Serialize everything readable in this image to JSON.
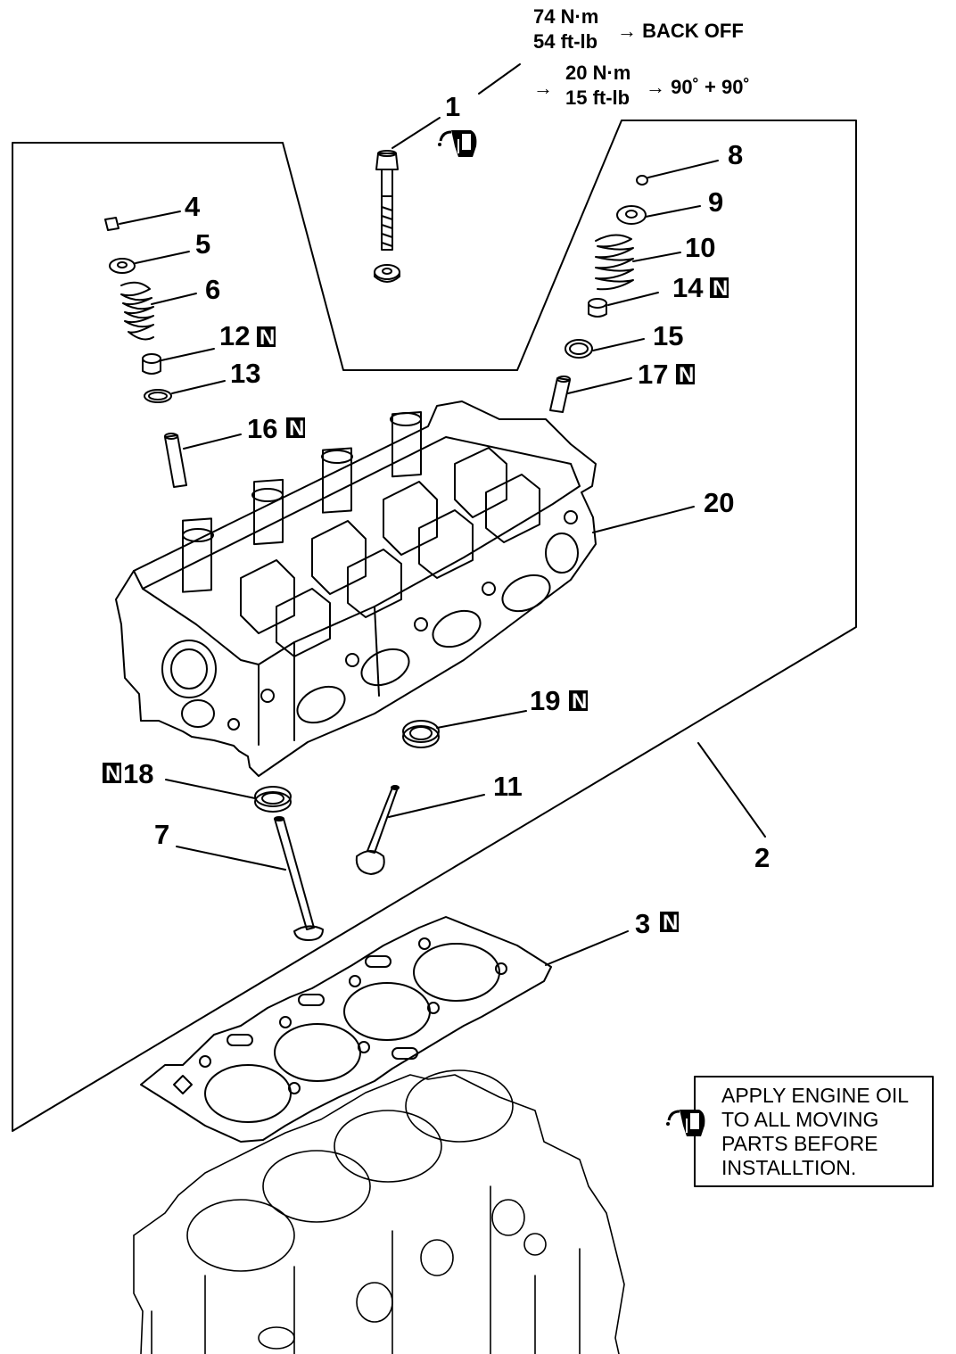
{
  "torque": {
    "line1": "74 N·m",
    "line2": "54 ft-lb",
    "back_off": "→ BACK OFF",
    "arrow": "→",
    "line3": "20 N·m",
    "line4": "15 ft-lb",
    "angle": "→ 90˚ + 90˚"
  },
  "callouts": {
    "c1": "1",
    "c2": "2",
    "c3": "3",
    "c4": "4",
    "c5": "5",
    "c6": "6",
    "c7": "7",
    "c8": "8",
    "c9": "9",
    "c10": "10",
    "c11": "11",
    "c12": "12",
    "c13": "13",
    "c14": "14",
    "c15": "15",
    "c16": "16",
    "c17": "17",
    "c18": "18",
    "c19": "19",
    "c20": "20"
  },
  "new_part_mark": "N",
  "note": {
    "line1": "APPLY ENGINE OIL",
    "line2": "TO ALL MOVING",
    "line3": "PARTS BEFORE",
    "line4": "INSTALLTION."
  },
  "icons": {
    "oil_can": "oil-can-icon"
  }
}
